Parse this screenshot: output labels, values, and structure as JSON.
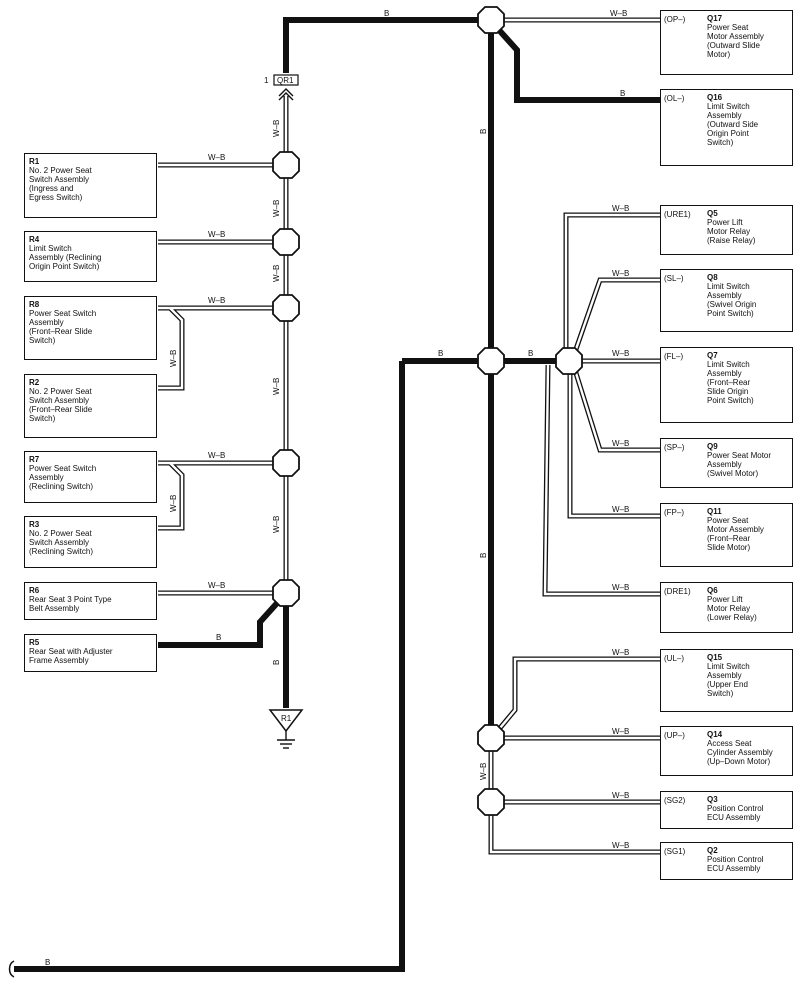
{
  "wire_labels": {
    "b": "B",
    "wb": "W–B"
  },
  "connector_qr1": {
    "pin": "1",
    "name": "QR1"
  },
  "ground_r1": {
    "name": "R1"
  },
  "left_components": [
    {
      "code": "R1",
      "desc": "No. 2 Power Seat\nSwitch Assembly\n(Ingress and\nEgress Switch)"
    },
    {
      "code": "R4",
      "desc": "Limit Switch\nAssembly (Reclining\nOrigin Point Switch)"
    },
    {
      "code": "R8",
      "desc": "Power Seat Switch\nAssembly\n(Front–Rear Slide\nSwitch)"
    },
    {
      "code": "R2",
      "desc": "No. 2 Power Seat\nSwitch Assembly\n(Front–Rear Slide\nSwitch)"
    },
    {
      "code": "R7",
      "desc": "Power Seat Switch\nAssembly\n(Reclining Switch)"
    },
    {
      "code": "R3",
      "desc": "No. 2 Power Seat\nSwitch Assembly\n(Reclining Switch)"
    },
    {
      "code": "R6",
      "desc": "Rear Seat 3 Point Type\nBelt Assembly"
    },
    {
      "code": "R5",
      "desc": "Rear Seat with Adjuster\nFrame Assembly"
    }
  ],
  "right_components": [
    {
      "pin": "(OP–)",
      "code": "Q17",
      "desc": "Power Seat\nMotor Assembly\n(Outward Slide\nMotor)"
    },
    {
      "pin": "(OL–)",
      "code": "Q16",
      "desc": "Limit Switch\nAssembly\n(Outward Side\nOrigin Point\nSwitch)"
    },
    {
      "pin": "(URE1)",
      "code": "Q5",
      "desc": "Power Lift\nMotor Relay\n(Raise Relay)"
    },
    {
      "pin": "(SL–)",
      "code": "Q8",
      "desc": "Limit Switch\nAssembly\n(Swivel Origin\nPoint Switch)"
    },
    {
      "pin": "(FL–)",
      "code": "Q7",
      "desc": "Limit Switch\nAssembly\n(Front–Rear\nSlide Origin\nPoint Switch)"
    },
    {
      "pin": "(SP–)",
      "code": "Q9",
      "desc": "Power Seat Motor\nAssembly\n(Swivel Motor)"
    },
    {
      "pin": "(FP–)",
      "code": "Q11",
      "desc": "Power Seat\nMotor Assembly\n(Front–Rear\nSlide Motor)"
    },
    {
      "pin": "(DRE1)",
      "code": "Q6",
      "desc": "Power Lift\nMotor Relay\n(Lower Relay)"
    },
    {
      "pin": "(UL–)",
      "code": "Q15",
      "desc": "Limit Switch\nAssembly\n(Upper End\nSwitch)"
    },
    {
      "pin": "(UP–)",
      "code": "Q14",
      "desc": "Access Seat\nCylinder Assembly\n(Up–Down Motor)"
    },
    {
      "pin": "(SG2)",
      "code": "Q3",
      "desc": "Position Control\nECU Assembly"
    },
    {
      "pin": "(SG1)",
      "code": "Q2",
      "desc": "Position Control\nECU Assembly"
    }
  ]
}
